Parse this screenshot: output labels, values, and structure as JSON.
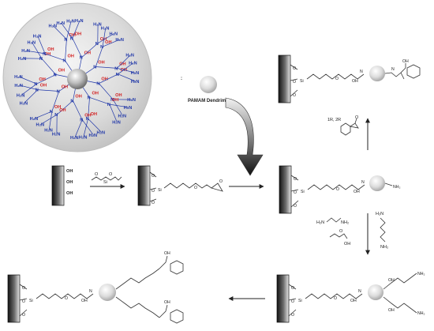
{
  "labels": {
    "dendrimer_name": "PAMAM Dendrimer",
    "legend_colon": ":",
    "silicon": "Si",
    "oxygen": "O",
    "hydroxyl": "OH",
    "nh": "N",
    "h": "H",
    "nh2": "NH₂",
    "h2n": "H₂N",
    "hn": "HN",
    "reagent_epoxide_cond": "1R, 2R"
  },
  "colors": {
    "amine": "#1f36a8",
    "hydroxyl": "#d21f1f",
    "sphere_outer": "#d9d9d9",
    "surface_dark": "#222222"
  }
}
